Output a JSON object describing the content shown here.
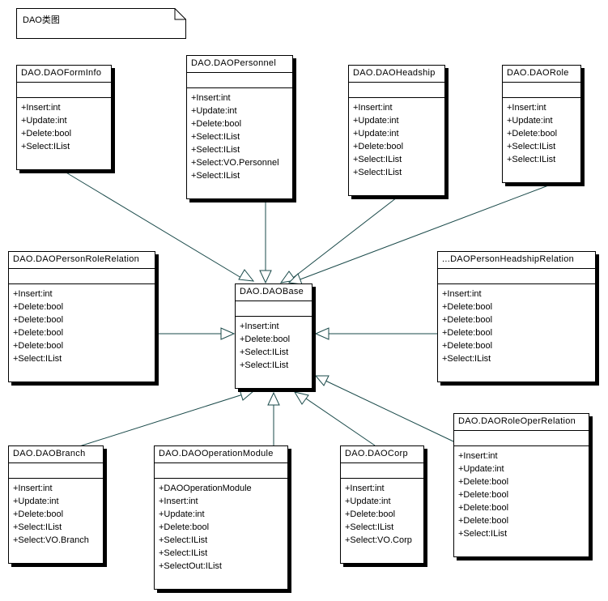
{
  "note": {
    "text": "DAO类图"
  },
  "classes": {
    "forminfo": {
      "name": "DAO.DAOFormInfo",
      "ops": [
        "+Insert:int",
        "+Update:int",
        "+Delete:bool",
        "+Select:IList"
      ]
    },
    "personnel": {
      "name": "DAO.DAOPersonnel",
      "ops": [
        "+Insert:int",
        "+Update:int",
        "+Delete:bool",
        "+Select:IList",
        "+Select:IList",
        "+Select:VO.Personnel",
        "+Select:IList"
      ]
    },
    "headship": {
      "name": "DAO.DAOHeadship",
      "ops": [
        "+Insert:int",
        "+Update:int",
        "+Update:int",
        "+Delete:bool",
        "+Select:IList",
        "+Select:IList"
      ]
    },
    "role": {
      "name": "DAO.DAORole",
      "ops": [
        "+Insert:int",
        "+Update:int",
        "+Delete:bool",
        "+Select:IList",
        "+Select:IList"
      ]
    },
    "personrole": {
      "name": "DAO.DAOPersonRoleRelation",
      "ops": [
        "+Insert:int",
        "+Delete:bool",
        "+Delete:bool",
        "+Delete:bool",
        "+Delete:bool",
        "+Select:IList"
      ]
    },
    "base": {
      "name": "DAO.DAOBase",
      "ops": [
        "+Insert:int",
        "+Delete:bool",
        "+Select:IList",
        "+Select:IList"
      ]
    },
    "personheadship": {
      "name": "...DAOPersonHeadshipRelation",
      "ops": [
        "+Insert:int",
        "+Delete:bool",
        "+Delete:bool",
        "+Delete:bool",
        "+Delete:bool",
        "+Select:IList"
      ]
    },
    "branch": {
      "name": "DAO.DAOBranch",
      "ops": [
        "+Insert:int",
        "+Update:int",
        "+Delete:bool",
        "+Select:IList",
        "+Select:VO.Branch"
      ]
    },
    "opmodule": {
      "name": "DAO.DAOOperationModule",
      "ops": [
        "+DAOOperationModule",
        "+Insert:int",
        "+Update:int",
        "+Delete:bool",
        "+Select:IList",
        "+Select:IList",
        "+SelectOut:IList"
      ]
    },
    "corp": {
      "name": "DAO.DAOCorp",
      "ops": [
        "+Insert:int",
        "+Update:int",
        "+Delete:bool",
        "+Select:IList",
        "+Select:VO.Corp"
      ]
    },
    "roleoper": {
      "name": "DAO.DAORoleOperRelation",
      "ops": [
        "+Insert:int",
        "+Update:int",
        "+Delete:bool",
        "+Delete:bool",
        "+Delete:bool",
        "+Delete:bool",
        "+Select:IList"
      ]
    }
  }
}
